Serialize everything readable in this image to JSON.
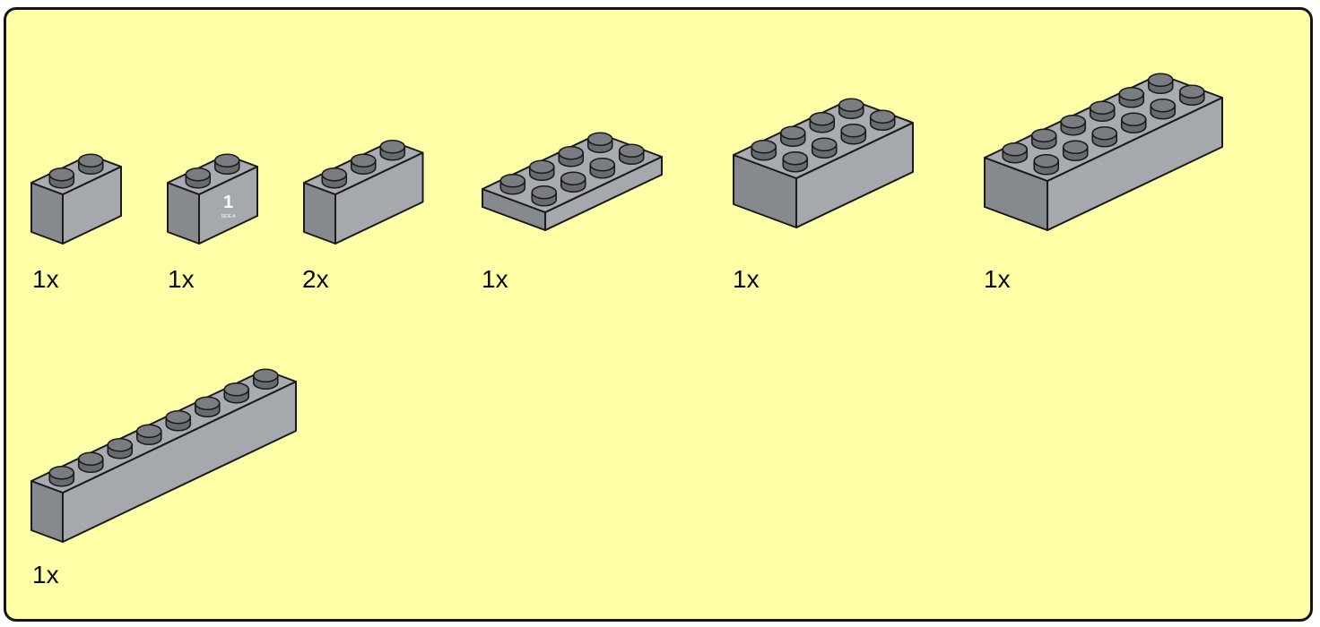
{
  "parts_list": {
    "brick_color": "#a8acb2",
    "panel_background": "#ffffa8",
    "items": [
      {
        "part": "brick-1x2",
        "studs_long": 2,
        "studs_wide": 1,
        "quantity": "1x"
      },
      {
        "part": "brick-1x2-printed",
        "studs_long": 2,
        "studs_wide": 1,
        "quantity": "1x",
        "print_number": "1",
        "print_text": "SIDE A"
      },
      {
        "part": "brick-1x3",
        "studs_long": 3,
        "studs_wide": 1,
        "quantity": "2x"
      },
      {
        "part": "plate-2x4",
        "studs_long": 4,
        "studs_wide": 2,
        "quantity": "1x"
      },
      {
        "part": "brick-2x4",
        "studs_long": 4,
        "studs_wide": 2,
        "quantity": "1x"
      },
      {
        "part": "brick-2x6",
        "studs_long": 6,
        "studs_wide": 2,
        "quantity": "1x"
      },
      {
        "part": "brick-1x8",
        "studs_long": 8,
        "studs_wide": 1,
        "quantity": "1x"
      }
    ]
  }
}
